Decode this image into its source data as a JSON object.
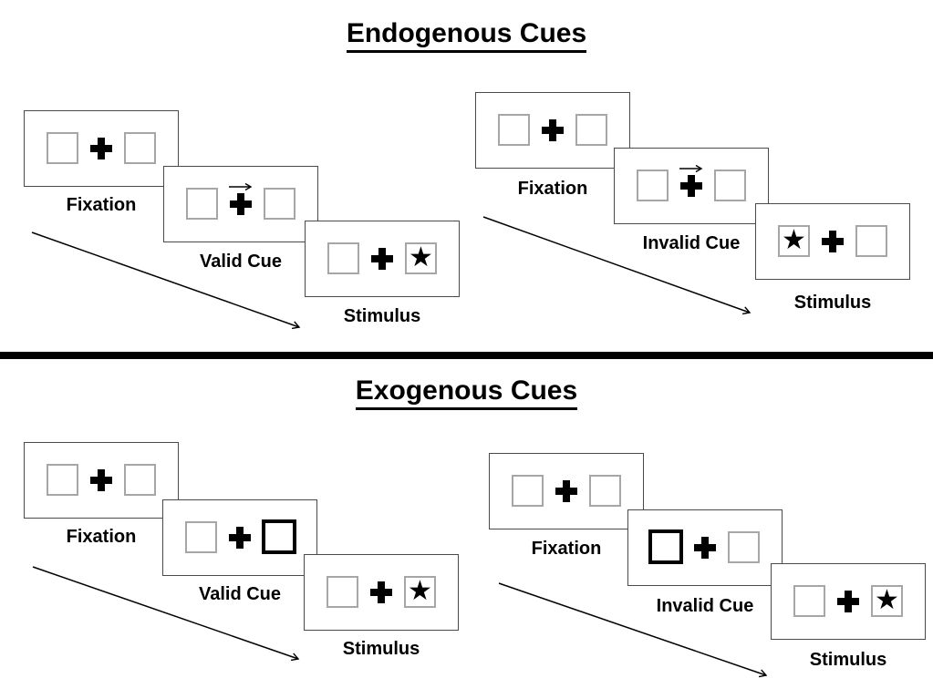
{
  "titles": {
    "endogenous": "Endogenous Cues",
    "exogenous": "Exogenous Cues"
  },
  "glyphs": {
    "star": "★"
  },
  "colors": {
    "background": "#ffffff",
    "text": "#000000",
    "panel_border": "#4a4a4a",
    "square_border": "#a6a6a6",
    "cue_square_border": "#000000",
    "divider": "#000000",
    "arrow": "#000000"
  },
  "groups": [
    {
      "section": "Endogenous Cues",
      "condition": "valid",
      "panels": [
        {
          "label": "Fixation",
          "left": "empty-square",
          "center": "fixation-cross",
          "right": "empty-square"
        },
        {
          "label": "Valid Cue",
          "left": "empty-square",
          "center": "fixation-cross-with-right-arrow",
          "right": "empty-square"
        },
        {
          "label": "Stimulus",
          "left": "empty-square",
          "center": "fixation-cross",
          "right": "star"
        }
      ]
    },
    {
      "section": "Endogenous Cues",
      "condition": "invalid",
      "panels": [
        {
          "label": "Fixation",
          "left": "empty-square",
          "center": "fixation-cross",
          "right": "empty-square"
        },
        {
          "label": "Invalid Cue",
          "left": "empty-square",
          "center": "fixation-cross-with-right-arrow",
          "right": "empty-square"
        },
        {
          "label": "Stimulus",
          "left": "star",
          "center": "fixation-cross",
          "right": "empty-square"
        }
      ]
    },
    {
      "section": "Exogenous Cues",
      "condition": "valid",
      "panels": [
        {
          "label": "Fixation",
          "left": "empty-square",
          "center": "fixation-cross",
          "right": "empty-square"
        },
        {
          "label": "Valid Cue",
          "left": "empty-square",
          "center": "fixation-cross",
          "right": "highlighted-square"
        },
        {
          "label": "Stimulus",
          "left": "empty-square",
          "center": "fixation-cross",
          "right": "star"
        }
      ]
    },
    {
      "section": "Exogenous Cues",
      "condition": "invalid",
      "panels": [
        {
          "label": "Fixation",
          "left": "empty-square",
          "center": "fixation-cross",
          "right": "empty-square"
        },
        {
          "label": "Invalid Cue",
          "left": "highlighted-square",
          "center": "fixation-cross",
          "right": "empty-square"
        },
        {
          "label": "Stimulus",
          "left": "empty-square",
          "center": "fixation-cross",
          "right": "star"
        }
      ]
    }
  ]
}
